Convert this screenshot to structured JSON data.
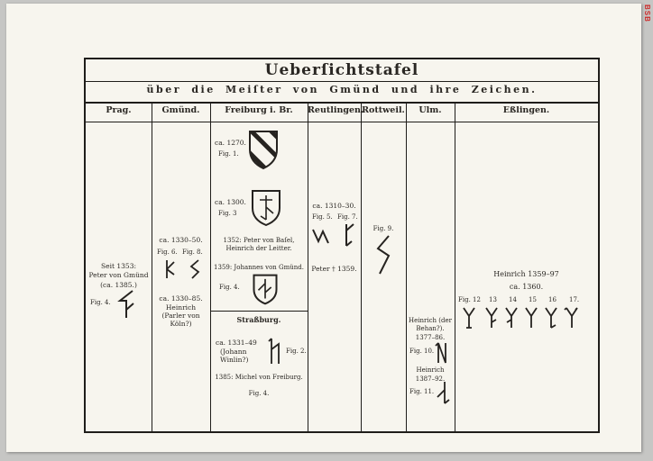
{
  "watermark": "BSB",
  "table": {
    "title": "Ueberſichtstafel",
    "subtitle": "über die Meiſter von Gmünd und ihre Zeichen.",
    "headers": [
      "Prag.",
      "Gmünd.",
      "Freiburg i. Br.",
      "Reutlingen.",
      "Rottweil.",
      "Ulm.",
      "Eßlingen."
    ],
    "prag": {
      "line1": "Seit 1353:",
      "line2": "Peter von Gmünd",
      "line3": "(ca. 1385.)",
      "fig": "Fig. 4."
    },
    "gmuend": {
      "dates1": "ca. 1330–50.",
      "fig6": "Fig. 6.",
      "fig8": "Fig. 8.",
      "dates2": "ca. 1330–85.",
      "name1": "Heinrich",
      "name2": "(Parler von",
      "name3": "Köln?)"
    },
    "freiburg": {
      "e1_date": "ca. 1270.",
      "e1_fig": "Fig. 1.",
      "e2_date": "ca. 1300.",
      "e2_fig": "Fig. 3",
      "e3_line1": "1352: Peter von Baſel,",
      "e3_line2": "Heinrich der Leitter.",
      "e4_line1": "1359: Johannes von Gmünd.",
      "e4_fig": "Fig. 4.",
      "sub_header": "Straßburg.",
      "s1_date": "ca. 1331–49",
      "s1_name1": "(Johann",
      "s1_name2": "Winlin?)",
      "s1_fig": "Fig. 2.",
      "s2_line": "1385: Michel von Freiburg.",
      "s2_fig": "Fig. 4."
    },
    "reutlingen": {
      "date": "ca. 1310–30.",
      "fig5": "Fig. 5.",
      "fig7": "Fig. 7.",
      "peter": "Peter † 1359."
    },
    "rottweil": {
      "fig9": "Fig. 9."
    },
    "ulm": {
      "h1_name1": "Heinrich (der",
      "h1_name2": "Behan?).",
      "h1_date": "1377–86.",
      "h1_fig": "Fig. 10.",
      "h2_name": "Heinrich",
      "h2_date": "1387–92.",
      "h2_fig": "Fig. 11."
    },
    "esslingen": {
      "line1": "Heinrich 1359–97",
      "line2": "ca. 1360.",
      "figs": [
        "Fig. 12",
        "13",
        "14",
        "15",
        "16",
        "17."
      ]
    }
  }
}
